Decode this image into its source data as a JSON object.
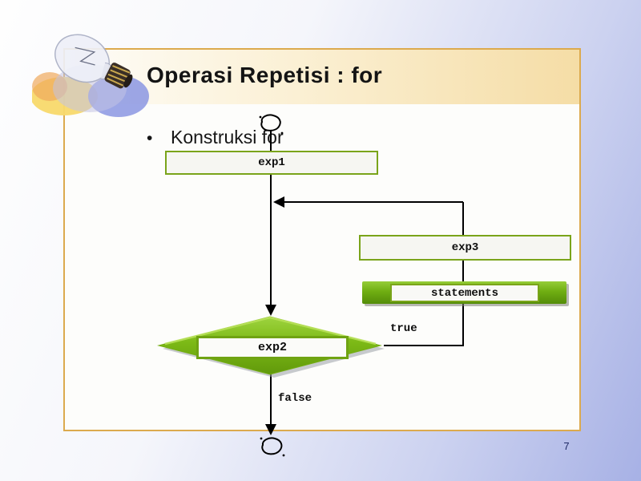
{
  "slide": {
    "title": "Operasi Repetisi : for",
    "bullet_glyph": "•",
    "bullet": "Konstruksi for",
    "page_number": "7"
  },
  "flowchart": {
    "exp1": "exp1",
    "exp2": "exp2",
    "exp3": "exp3",
    "statements": "statements",
    "true_label": "true",
    "false_label": "false"
  },
  "colors": {
    "panel_border_tan": "#dcaa4e",
    "header_peach": "#f5dda6",
    "box_border_green": "#7aa41a",
    "diamond_green_light": "#9ed43f",
    "diamond_green_dark": "#61990b",
    "statements_green": "#6fae12",
    "background_lavender": "#a7b1e5",
    "line_black": "#000000",
    "page_number_navy": "#1f2a66"
  }
}
